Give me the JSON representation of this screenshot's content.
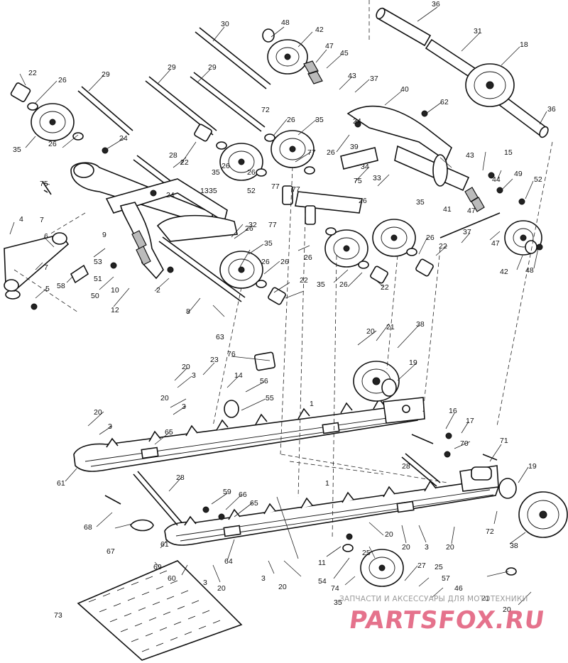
{
  "diagram": {
    "callouts": [
      "1",
      "2",
      "3",
      "4",
      "5",
      "6",
      "7",
      "8",
      "9",
      "10",
      "11",
      "12",
      "13",
      "14",
      "15",
      "16",
      "17",
      "18",
      "19",
      "20",
      "21",
      "22",
      "23",
      "24",
      "25",
      "26",
      "27",
      "28",
      "29",
      "30",
      "31",
      "32",
      "33",
      "34",
      "35",
      "36",
      "37",
      "38",
      "39",
      "40",
      "41",
      "42",
      "43",
      "44",
      "45",
      "46",
      "47",
      "48",
      "49",
      "50",
      "51",
      "52",
      "53",
      "54",
      "55",
      "56",
      "57",
      "58",
      "59",
      "60",
      "61",
      "62",
      "63",
      "64",
      "65",
      "66",
      "67",
      "68",
      "69",
      "70",
      "71",
      "72",
      "73",
      "74",
      "75",
      "76",
      "77"
    ]
  },
  "watermark": {
    "caption": "ЗАПЧАСТИ И АКСЕССУАРЫ ДЛЯ МОТОТЕХНИКИ",
    "logo": "PARTSFOX.RU"
  }
}
